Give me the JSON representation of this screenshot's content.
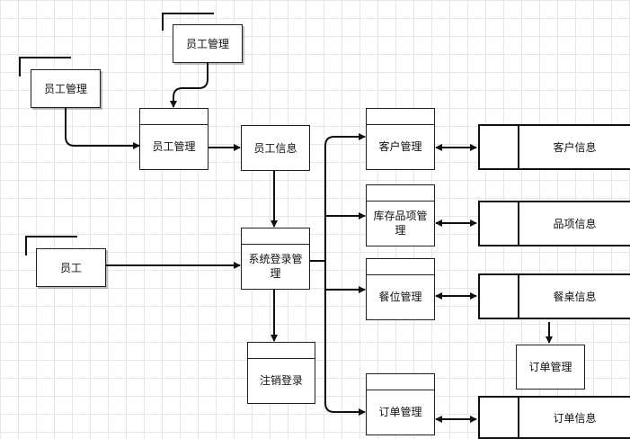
{
  "entities": {
    "emp_mgmt_top": "员工管理",
    "emp_mgmt_left": "员工管理",
    "employee": "员工"
  },
  "processes": {
    "emp_mgmt": "员工管理",
    "system_login": "系统登录管理",
    "logout": "注销登录",
    "customer_mgmt": "客户管理",
    "inventory_mgmt": "库存品项管理",
    "seat_mgmt": "餐位管理",
    "order_mgmt": "订单管理"
  },
  "data_flow": {
    "emp_info": "员工信息",
    "order_mgmt_right": "订单管理"
  },
  "stores": {
    "customer_info": "客户信息",
    "item_info": "品项信息",
    "table_info": "餐桌信息",
    "order_info": "订单信息"
  }
}
